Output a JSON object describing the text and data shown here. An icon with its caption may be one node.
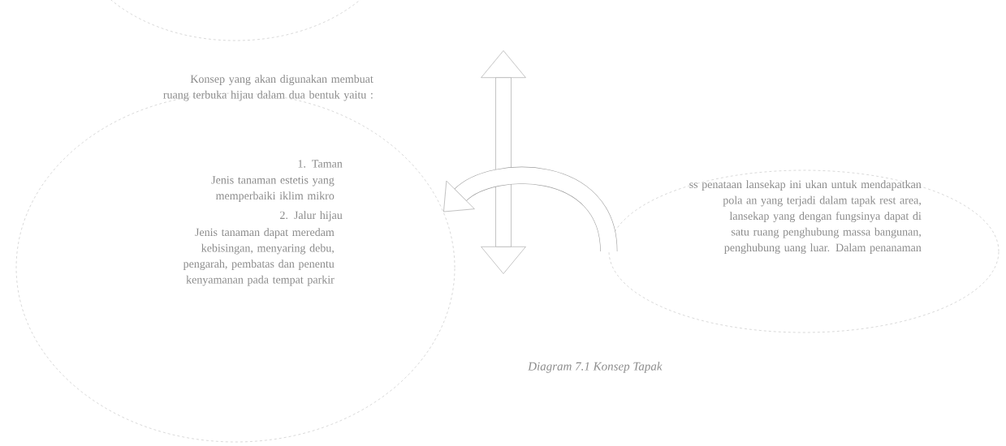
{
  "diagram": {
    "caption": "Diagram 7.1 Konsep Tapak",
    "nodes": [
      {
        "text": [],
        "shape": "circle"
      },
      {
        "text": [
          "Konsep yang akan digunakan membuat ruang terbuka hijau dalam dua bentuk yaitu :",
          "1. Taman",
          "Jenis tanaman estetis yang memperbaiki iklim mikro",
          "2. Jalur hijau",
          "Jenis tanaman dapat meredam kebisingan, menyaring debu, pengarah, pembatas dan penentu kenyamanan pada tempat parkir"
        ]
      },
      {
        "text": [
          "ss penataan lansekap ini ukan untuk mendapatkan pola an yang terjadi dalam tapak rest area, lansekap yang dengan fungsinya dapat di satu ruang penghubung massa bangunan, penghubung uang luar. Dalam penanaman"
        ]
      }
    ],
    "edges": [
      {
        "from": 2,
        "to": 1,
        "arrow": "to"
      }
    ]
  }
}
